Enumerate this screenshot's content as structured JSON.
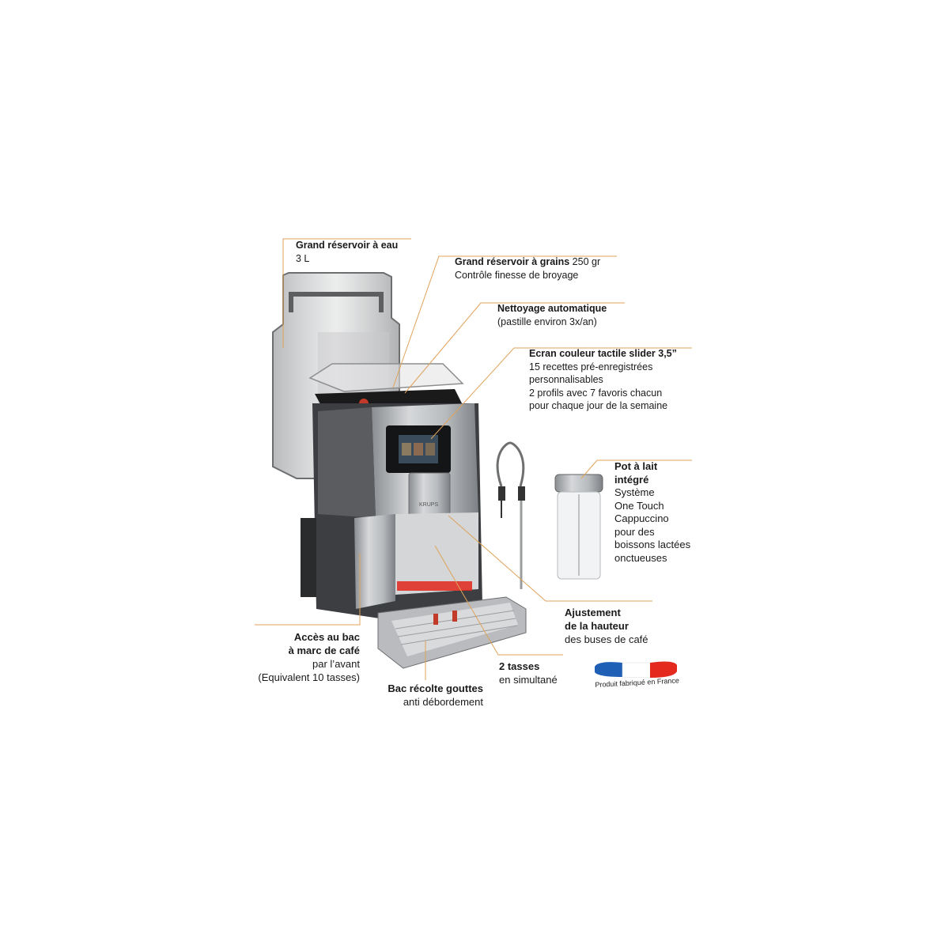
{
  "colors": {
    "callout_line": "#e0a35a",
    "flag_blue": "#1f5fb5",
    "flag_red": "#e4291f",
    "accent_red": "#e0261b"
  },
  "callouts": {
    "water_tank": {
      "title": "Grand réservoir à eau",
      "lines": [
        "3 L"
      ]
    },
    "bean_tank": {
      "title": "Grand réservoir à grains",
      "title_suffix": " 250 gr",
      "lines": [
        "Contrôle finesse de broyage"
      ]
    },
    "cleaning": {
      "title": "Nettoyage automatique",
      "lines": [
        "(pastille environ 3x/an)"
      ]
    },
    "screen": {
      "title": "Ecran couleur tactile slider 3,5”",
      "lines": [
        "15 recettes pré-enregistrées",
        "personnalisables",
        "2 profils avec 7 favoris chacun",
        "pour chaque jour de la semaine"
      ]
    },
    "milk_jug": {
      "title_lines": [
        "Pot à lait",
        "intégré"
      ],
      "lines": [
        "Système",
        "One Touch",
        "Cappuccino",
        "pour des",
        "boissons lactées",
        "onctueuses"
      ]
    },
    "height": {
      "title_lines": [
        "Ajustement",
        "de la hauteur"
      ],
      "lines": [
        "des buses de café"
      ]
    },
    "two_cups": {
      "title": "2 tasses",
      "lines": [
        "en simultané"
      ]
    },
    "grounds": {
      "title_lines": [
        "Accès au bac",
        "à marc de café"
      ],
      "lines": [
        "par l’avant",
        "(Equivalent 10 tasses)"
      ]
    },
    "drip_tray": {
      "title": "Bac récolte gouttes",
      "lines": [
        "anti débordement"
      ]
    }
  },
  "badge": {
    "text": "Produit fabriqué en France"
  },
  "brand": {
    "logo_text": "KRUPS"
  }
}
